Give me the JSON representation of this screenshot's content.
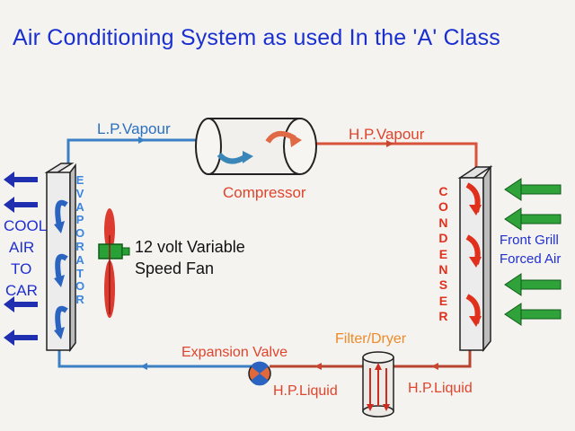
{
  "title": "Air Conditioning System as used In the 'A' Class",
  "labels": {
    "lp_vapour": "L.P.Vapour",
    "hp_vapour": "H.P.Vapour",
    "compressor": "Compressor",
    "evaporator": "EVAPORATOR",
    "condenser": "CONDENSER",
    "fan_line1": "12 volt Variable",
    "fan_line2": "Speed Fan",
    "cool_air": [
      "COOL",
      "AIR",
      "TO",
      "CAR"
    ],
    "front_grill_line1": "Front Grill",
    "front_grill_line2": "Forced Air",
    "filter_dryer": "Filter/Dryer",
    "expansion_valve": "Expansion Valve",
    "hp_liquid_left": "H.P.Liquid",
    "hp_liquid_right": "H.P.Liquid"
  },
  "colors": {
    "title": "#1a2fd0",
    "low_pressure_line": "#3b7fc4",
    "high_pressure_line": "#d9533a",
    "liquid_line": "#b8432e",
    "cool_air_arrow": "#1f2fb0",
    "forced_air_arrow": "#2fa33a",
    "fan": "#dd3b2f",
    "fan_hub": "#27a136"
  },
  "icons": [
    "compressor-icon",
    "evaporator-icon",
    "condenser-icon",
    "fan-icon",
    "filter-dryer-icon",
    "expansion-valve-icon"
  ]
}
